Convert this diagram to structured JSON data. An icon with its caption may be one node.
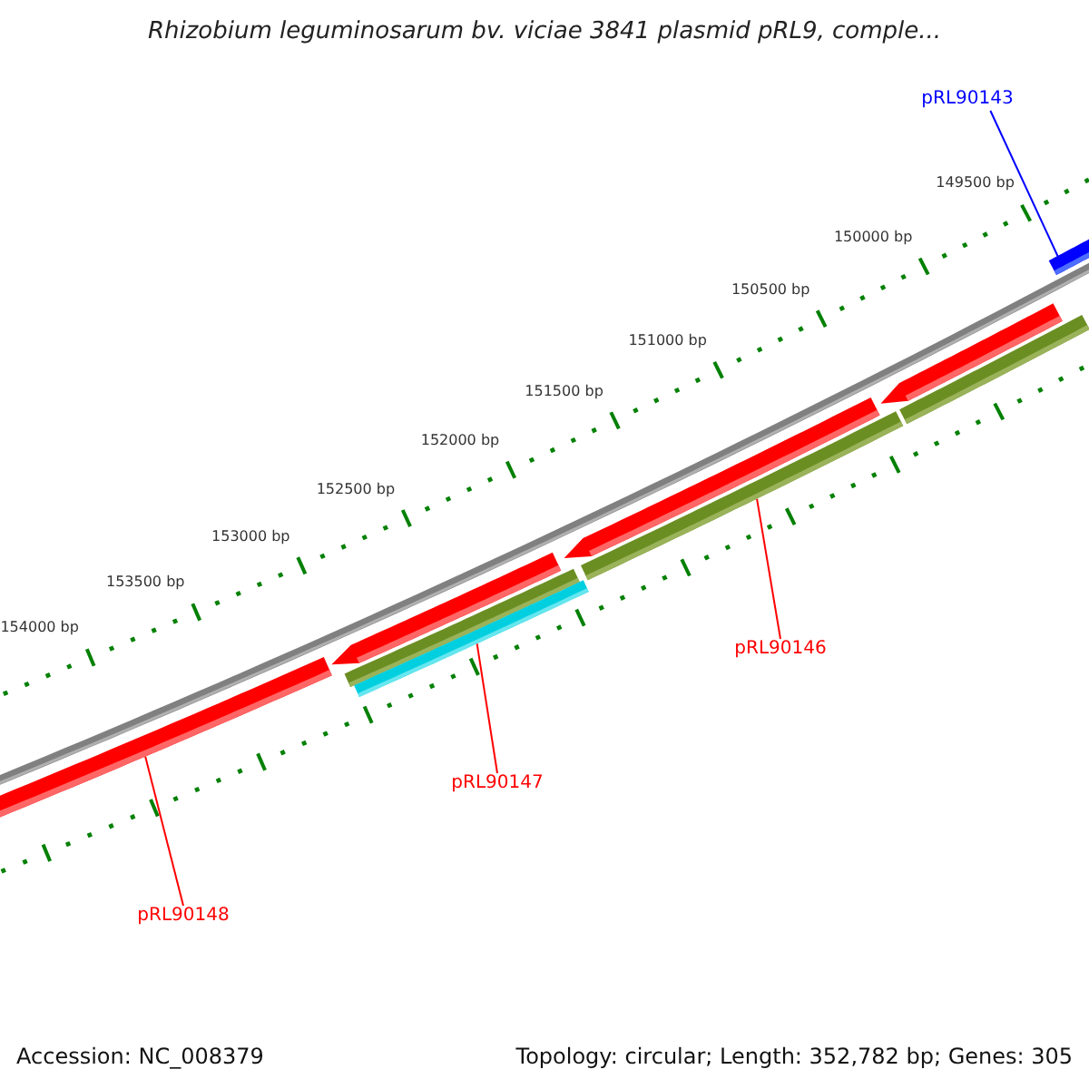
{
  "diagram": {
    "title": "Rhizobium leguminosarum bv. viciae 3841 plasmid pRL9, comple...",
    "nodes": [
      {
        "text": [
          "pRL90143"
        ]
      },
      {
        "text": [],
        "shape": "bar"
      },
      {
        "text": [],
        "shape": "bar"
      },
      {
        "text": [],
        "shape": "bar"
      },
      {
        "text": [],
        "shape": "bar"
      },
      {
        "text": [
          "pRL90146"
        ]
      },
      {
        "text": [
          "pRL90147"
        ]
      },
      {
        "text": [
          "pRL90148"
        ]
      }
    ],
    "edges": [
      {
        "from": 0,
        "to": 1,
        "arrow": "none",
        "color": "#0000ff"
      },
      {
        "from": 5,
        "to": 2,
        "arrow": "none"
      },
      {
        "from": 6,
        "to": 3,
        "arrow": "none"
      },
      {
        "from": 7,
        "to": 4,
        "arrow": "none"
      }
    ],
    "labels": [
      "149500 bp",
      "150000 bp",
      "150500 bp",
      "151000 bp",
      "151500 bp",
      "152000 bp",
      "152500 bp",
      "153000 bp",
      "153500 bp",
      "154000 bp",
      "Accession: NC_008379",
      "Topology: circular; Length: 352,782 bp; Genes: 305"
    ]
  }
}
